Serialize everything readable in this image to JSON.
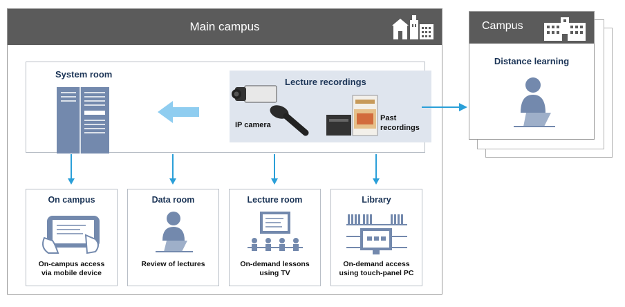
{
  "main_campus": {
    "title": "Main campus"
  },
  "system_room": {
    "label": "System room"
  },
  "lecture_recordings": {
    "title": "Lecture recordings",
    "ip_camera": "IP camera",
    "past_line1": "Past",
    "past_line2": "recordings"
  },
  "destinations": [
    {
      "title": "On campus",
      "desc1": "On-campus access",
      "desc2": "via mobile device"
    },
    {
      "title": "Data room",
      "desc1": "Review of lectures",
      "desc2": ""
    },
    {
      "title": "Lecture room",
      "desc1": "On-demand lessons",
      "desc2": "using TV"
    },
    {
      "title": "Library",
      "desc1": "On-demand access",
      "desc2": "using touch-panel PC"
    }
  ],
  "campus": {
    "title": "Campus",
    "label": "Distance learning"
  },
  "colors": {
    "header_gray": "#5b5b5b",
    "accent_blue": "#2a9fd8",
    "figure_blue": "#7389ad",
    "light_arrow": "#8fcdf0"
  }
}
